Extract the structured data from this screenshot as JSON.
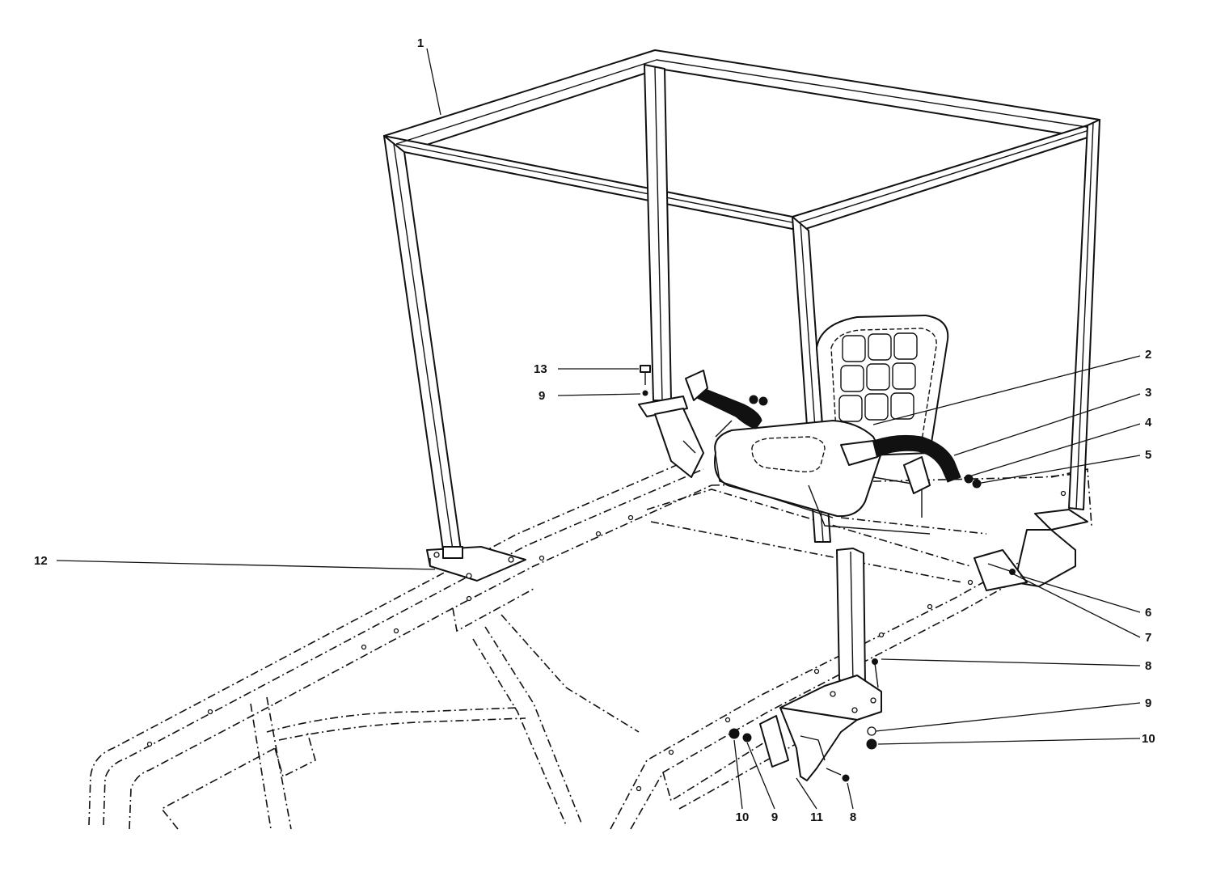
{
  "callouts": {
    "c1": "1",
    "c2": "2",
    "c3": "3",
    "c4": "4",
    "c5": "5",
    "c6": "6",
    "c7": "7",
    "c8a": "8",
    "c8b": "8",
    "c9a": "9",
    "c9b": "9",
    "c9c": "9",
    "c10a": "10",
    "c10b": "10",
    "c11": "11",
    "c12": "12",
    "c13": "13"
  }
}
